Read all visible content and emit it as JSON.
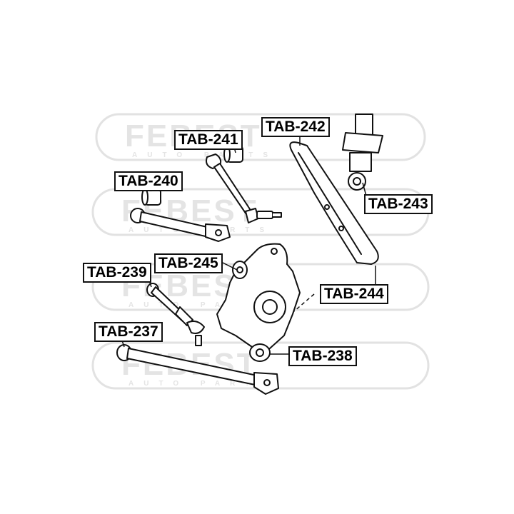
{
  "watermark": {
    "brand": "FEBEST",
    "tagline": "AUTO PARTS"
  },
  "parts": [
    {
      "id": "tab-237",
      "label": "TAB-237"
    },
    {
      "id": "tab-238",
      "label": "TAB-238"
    },
    {
      "id": "tab-239",
      "label": "TAB-239"
    },
    {
      "id": "tab-240",
      "label": "TAB-240"
    },
    {
      "id": "tab-241",
      "label": "TAB-241"
    },
    {
      "id": "tab-242",
      "label": "TAB-242"
    },
    {
      "id": "tab-243",
      "label": "TAB-243"
    },
    {
      "id": "tab-244",
      "label": "TAB-244"
    },
    {
      "id": "tab-245",
      "label": "TAB-245"
    }
  ],
  "colors": {
    "line": "#111111",
    "watermark": "#e2e2e2",
    "background": "#ffffff"
  }
}
